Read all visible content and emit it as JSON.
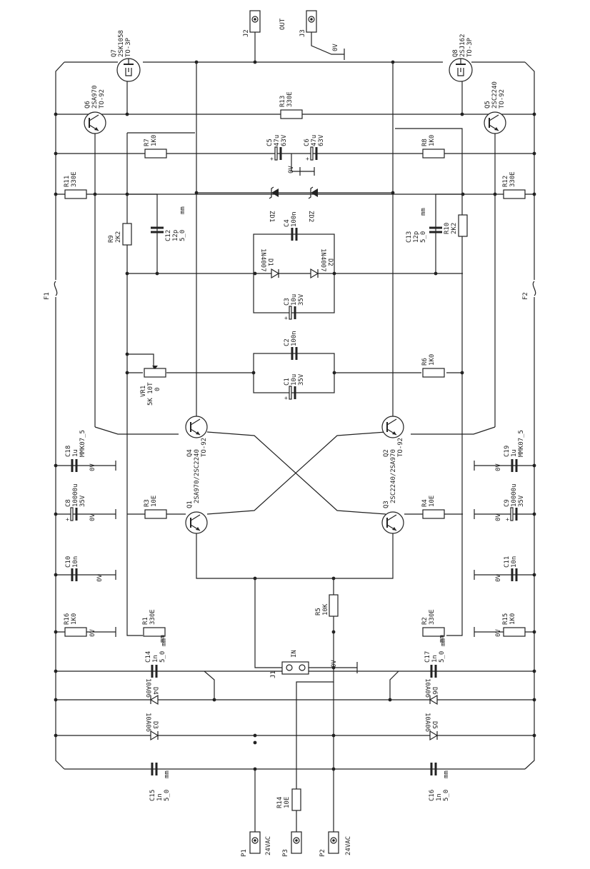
{
  "labels": {
    "title_out": "OUT",
    "title_in": "IN",
    "zero_volt": "0V",
    "ac_input": "24VAC",
    "package_to3p": "TO-3P",
    "package_to92": "TO-92",
    "mm": "mm"
  },
  "connectors": [
    {
      "ref": "J2"
    },
    {
      "ref": "J3"
    },
    {
      "ref": "J1"
    },
    {
      "ref": "P1"
    },
    {
      "ref": "P3"
    },
    {
      "ref": "P2"
    }
  ],
  "components": {
    "Q7": {
      "ref": "Q7",
      "part": "2SK1058",
      "pkg": "TO-3P"
    },
    "Q8": {
      "ref": "Q8",
      "part": "2SJ162",
      "pkg": "TO-3P"
    },
    "Q6": {
      "ref": "Q6",
      "part": "2SA970",
      "pkg": "TO-92"
    },
    "Q5": {
      "ref": "Q5",
      "part": "2SC2240",
      "pkg": "TO-92"
    },
    "Q4": {
      "ref": "Q4",
      "part": "2SA970/2SC2240",
      "pkg": "TO-92"
    },
    "Q2": {
      "ref": "Q2",
      "part": "2SC2240/2SA970",
      "pkg": "TO-92"
    },
    "Q1": {
      "ref": "Q1",
      "part": "2SA970/2SC2240",
      "pkg": "TO-92"
    },
    "Q3": {
      "ref": "Q3",
      "part": "2SC2240/2SA970",
      "pkg": "TO-92"
    },
    "R13": {
      "ref": "R13",
      "val": "330E"
    },
    "R7": {
      "ref": "R7",
      "val": "1K0"
    },
    "R8": {
      "ref": "R8",
      "val": "1K0"
    },
    "R11": {
      "ref": "R11",
      "val": "330E"
    },
    "R12": {
      "ref": "R12",
      "val": "330E"
    },
    "R9": {
      "ref": "R9",
      "val": "2K2"
    },
    "R10": {
      "ref": "R10",
      "val": "2K2"
    },
    "R6": {
      "ref": "R6",
      "val": "1K0"
    },
    "R3": {
      "ref": "R3",
      "val": "10E"
    },
    "R4": {
      "ref": "R4",
      "val": "10E"
    },
    "R5": {
      "ref": "R5",
      "val": "10K"
    },
    "R1": {
      "ref": "R1",
      "val": "330E"
    },
    "R2": {
      "ref": "R2",
      "val": "330E"
    },
    "R16": {
      "ref": "R16",
      "val": "1K0"
    },
    "R15": {
      "ref": "R15",
      "val": "1K0"
    },
    "R14": {
      "ref": "R14",
      "val": "10E"
    },
    "VR1": {
      "ref": "VR1",
      "val": "5K 10T",
      "extra": "0"
    },
    "C5": {
      "ref": "C5",
      "val": "47u",
      "v": "63V"
    },
    "C6": {
      "ref": "C6",
      "val": "47u",
      "v": "63V"
    },
    "C4": {
      "ref": "C4",
      "val": "100n"
    },
    "C12": {
      "ref": "C12",
      "val": "12p",
      "pitch": "5_0"
    },
    "C13": {
      "ref": "C13",
      "val": "12p",
      "pitch": "5_0"
    },
    "C3": {
      "ref": "C3",
      "val": "10u",
      "v": "35V"
    },
    "C2": {
      "ref": "C2",
      "val": "100n"
    },
    "C1": {
      "ref": "C1",
      "val": "10u",
      "v": "35V"
    },
    "C18": {
      "ref": "C18",
      "val": "1u",
      "pkg": "MMK07_5"
    },
    "C19": {
      "ref": "C19",
      "val": "1u",
      "pkg": "MMK07_5"
    },
    "C8": {
      "ref": "C8",
      "val": "10000u",
      "v": "35V"
    },
    "C9": {
      "ref": "C9",
      "val": "10000u",
      "v": "35V"
    },
    "C10": {
      "ref": "C10",
      "val": "10n"
    },
    "C11": {
      "ref": "C11",
      "val": "10n"
    },
    "C14": {
      "ref": "C14",
      "val": "1n",
      "pitch": "5_0"
    },
    "C17": {
      "ref": "C17",
      "val": "1n",
      "pitch": "5_0"
    },
    "C15": {
      "ref": "C15",
      "val": "1n",
      "pitch": "5_0"
    },
    "C16": {
      "ref": "C16",
      "val": "1n",
      "pitch": "5_0"
    },
    "D1": {
      "ref": "D1",
      "val": "1N4007"
    },
    "D2": {
      "ref": "D2",
      "val": "1N4007"
    },
    "D3": {
      "ref": "D3",
      "val": "10A06"
    },
    "D4": {
      "ref": "D4",
      "val": "10A06"
    },
    "D5": {
      "ref": "D5",
      "val": "10A06"
    },
    "D6": {
      "ref": "D6",
      "val": "10A06"
    },
    "ZD1": {
      "ref": "ZD1"
    },
    "ZD2": {
      "ref": "ZD2"
    },
    "F1": {
      "ref": "F1"
    },
    "F2": {
      "ref": "F2"
    }
  }
}
